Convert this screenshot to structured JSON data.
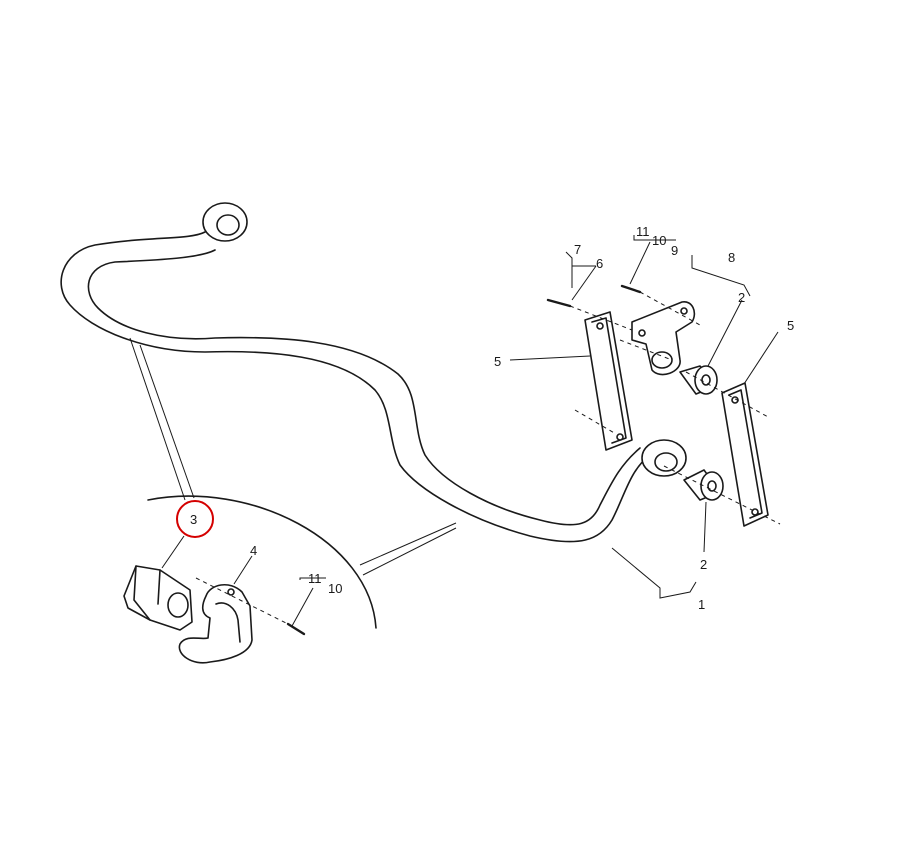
{
  "diagram": {
    "highlight_color": "#d40000",
    "line_color": "#1a1a1a",
    "highlighted_part": "3",
    "callouts": {
      "part_1": "1",
      "part_2_upper": "2",
      "part_2_lower": "2",
      "part_3": "3",
      "part_4": "4",
      "part_5_left": "5",
      "part_5_right": "5",
      "part_6": "6",
      "part_7": "7",
      "part_8": "8",
      "part_9": "9",
      "part_10_upper": "10",
      "part_10_lower": "10",
      "part_11_upper": "11",
      "part_11_lower": "11"
    }
  }
}
